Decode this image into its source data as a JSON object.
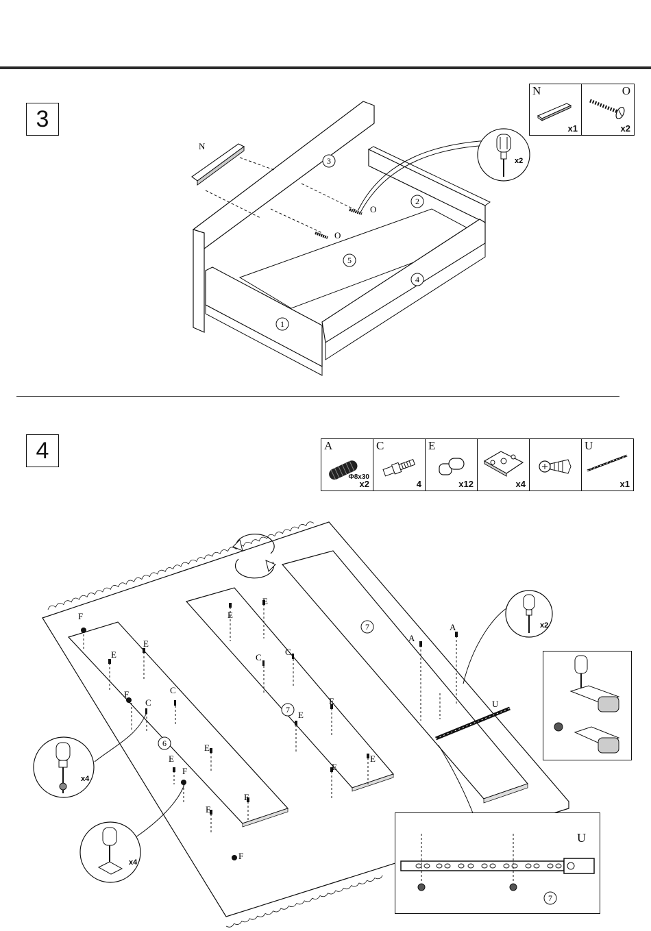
{
  "step3": {
    "number": "3",
    "parts": [
      {
        "letter": "N",
        "qty": "x1",
        "icon": "shelf-strip-icon"
      },
      {
        "letter": "O",
        "qty": "x2",
        "icon": "screw-icon"
      }
    ],
    "tool_qty": "x2",
    "labels": {
      "n": "N",
      "o1": "O",
      "o2": "O"
    },
    "panels": [
      "3",
      "2",
      "5",
      "4",
      "1"
    ]
  },
  "step4": {
    "number": "4",
    "parts": [
      {
        "letter": "A",
        "qty": "x2",
        "size": "Φ8x30",
        "icon": "dowel-icon"
      },
      {
        "letter": "C",
        "qty": "4",
        "icon": "cam-bolt-icon"
      },
      {
        "letter": "E",
        "qty": "x12",
        "icon": "shelf-pin-icon"
      },
      {
        "letter": "",
        "qty": "x4",
        "icon": "hinge-plate-icon"
      },
      {
        "letter": "",
        "qty": "",
        "icon": "wood-screw-icon"
      },
      {
        "letter": "U",
        "qty": "x1",
        "icon": "drawer-runner-icon"
      }
    ],
    "tool_qty_right": "x2",
    "tool_qty_left_top": "x4",
    "tool_qty_left_bottom": "x4",
    "panel_labels": {
      "p6": "6",
      "p7a": "7",
      "p7b": "7",
      "detail_panel": "7"
    },
    "hardware_labels": {
      "f": "F",
      "e": "E",
      "c": "C",
      "a": "A"
    },
    "detail_label": "U",
    "runner_label": "U"
  }
}
